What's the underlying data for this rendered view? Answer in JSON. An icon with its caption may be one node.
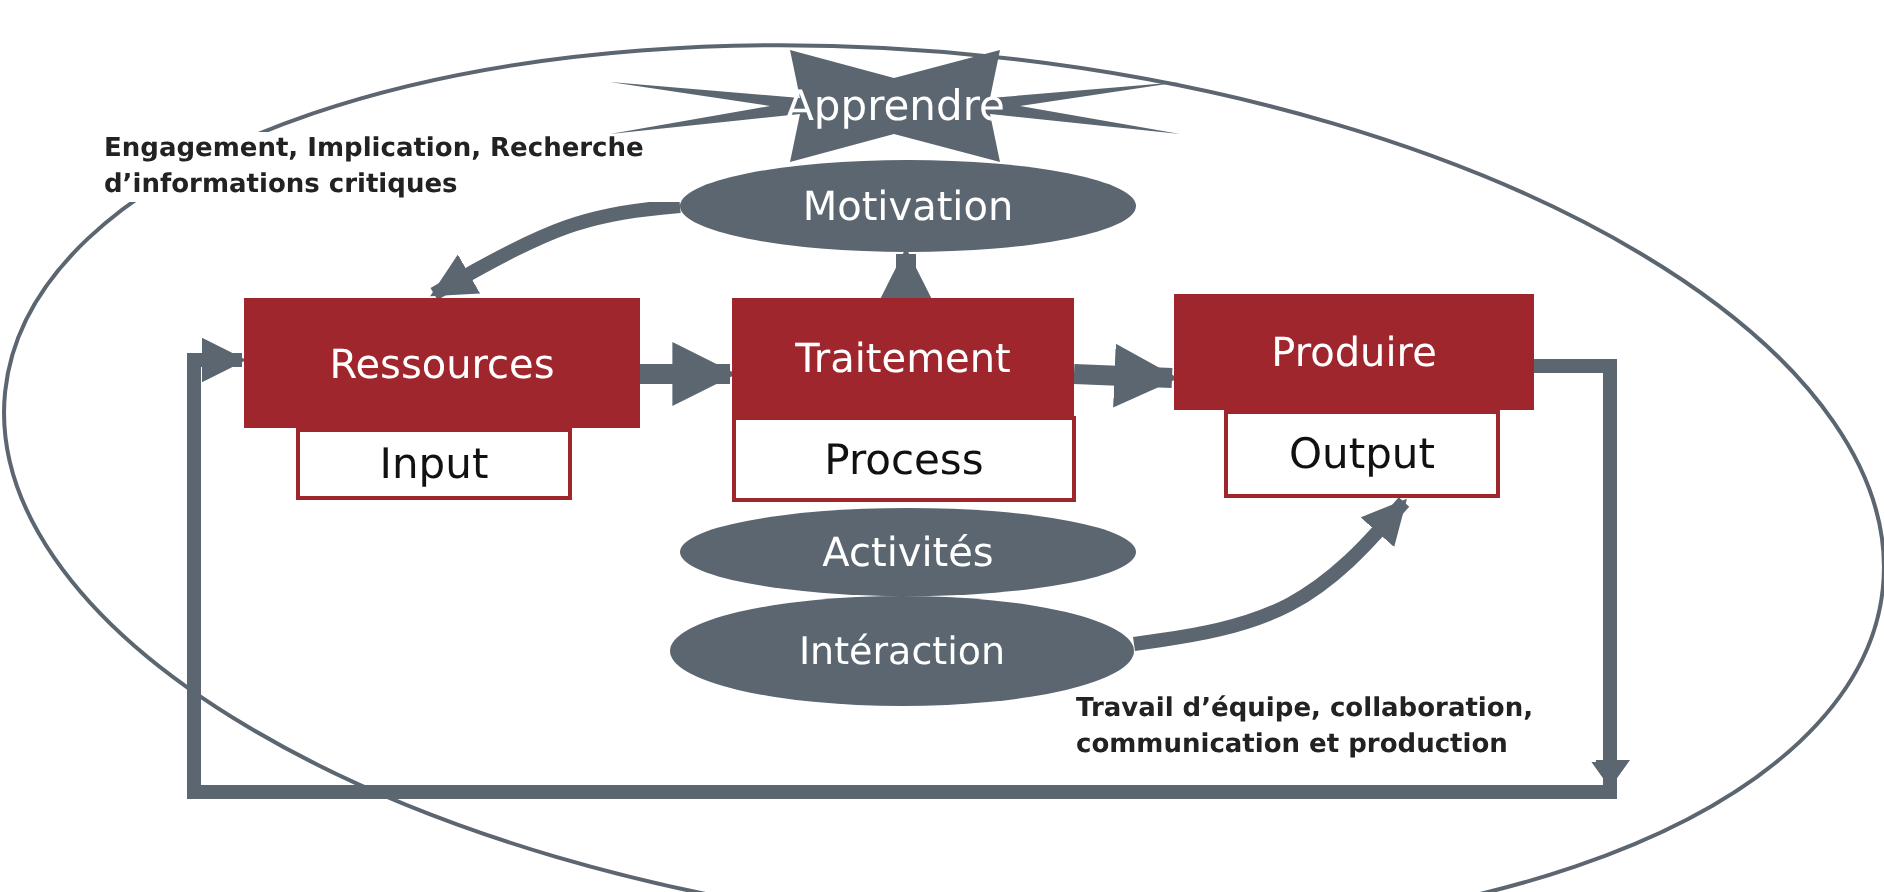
{
  "diagram": {
    "nodes": [
      {
        "text": [
          "Apprendre"
        ]
      },
      {
        "text": [
          "Motivation"
        ]
      },
      {
        "text": [
          "Ressources"
        ]
      },
      {
        "text": [
          "Input"
        ]
      },
      {
        "text": [
          "Traitement"
        ]
      },
      {
        "text": [
          "Process"
        ]
      },
      {
        "text": [
          "Produire"
        ]
      },
      {
        "text": [
          "Output"
        ]
      },
      {
        "text": [
          "Activités"
        ]
      },
      {
        "text": [
          "Intéraction"
        ]
      }
    ],
    "edges": [
      {
        "from": 1,
        "to": 2,
        "arrow": "to",
        "label": "Engagement, Implication, Recherche d’informations critiques"
      },
      {
        "from": 4,
        "to": 1,
        "arrow": "to"
      },
      {
        "from": 2,
        "to": 4,
        "arrow": "to"
      },
      {
        "from": 4,
        "to": 6,
        "arrow": "to"
      },
      {
        "from": 9,
        "to": 7,
        "arrow": "to",
        "label": "Travail d’équipe, collaboration, communication et production"
      },
      {
        "from": 6,
        "to": 2,
        "arrow": "to"
      }
    ]
  }
}
